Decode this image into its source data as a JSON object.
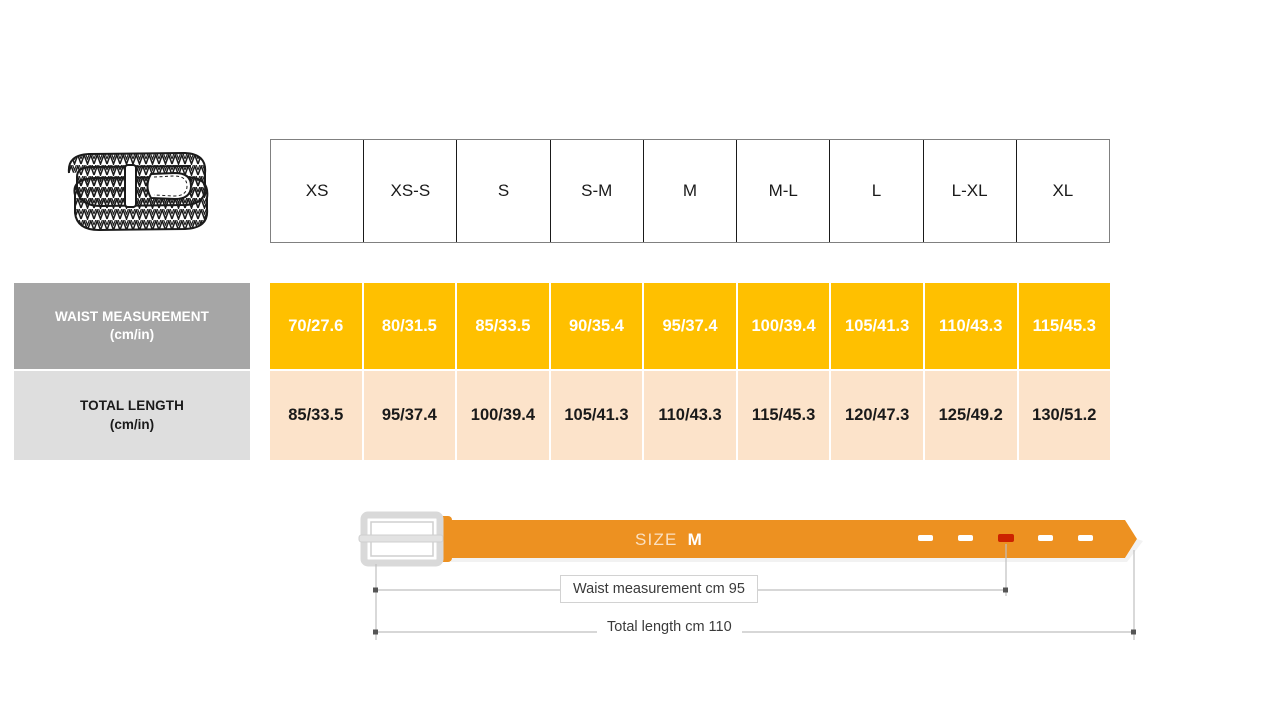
{
  "product_icon": "braided-belt-icon",
  "table": {
    "size_headers": [
      "XS",
      "XS-S",
      "S",
      "S-M",
      "M",
      "M-L",
      "L",
      "L-XL",
      "XL"
    ],
    "rows": [
      {
        "label_line1": "WAIST MEASUREMENT",
        "label_line2": "(cm/in)",
        "values": [
          "70/27.6",
          "80/31.5",
          "85/33.5",
          "90/35.4",
          "95/37.4",
          "100/39.4",
          "105/41.3",
          "110/43.3",
          "115/45.3"
        ]
      },
      {
        "label_line1": "TOTAL LENGTH",
        "label_line2": "(cm/in)",
        "values": [
          "85/33.5",
          "95/37.4",
          "100/39.4",
          "105/41.3",
          "110/43.3",
          "115/45.3",
          "120/47.3",
          "125/49.2",
          "130/51.2"
        ]
      }
    ]
  },
  "diagram": {
    "size_prefix": "SIZE",
    "size_value": "M",
    "waist_label": "Waist measurement cm 95",
    "total_label": "Total length cm 110",
    "holes_total": 5,
    "highlighted_hole_index": 2
  },
  "colors": {
    "belt_orange": "#ED9121",
    "waist_row": "#FFC000",
    "total_row": "#FCE3CA",
    "waist_label_bg": "#A6A6A6",
    "total_label_bg": "#DEDEDE",
    "buckle_silver": "#D9D9D9",
    "highlight_hole": "#CC2200",
    "dimension_line": "#BFBFBF"
  },
  "chart_data": {
    "type": "table",
    "title": "Belt Size Chart",
    "categories": [
      "XS",
      "XS-S",
      "S",
      "S-M",
      "M",
      "M-L",
      "L",
      "L-XL",
      "XL"
    ],
    "series": [
      {
        "name": "Waist measurement (cm)",
        "values": [
          70,
          80,
          85,
          90,
          95,
          100,
          105,
          110,
          115
        ]
      },
      {
        "name": "Waist measurement (in)",
        "values": [
          27.6,
          31.5,
          33.5,
          35.4,
          37.4,
          39.4,
          41.3,
          43.3,
          45.3
        ]
      },
      {
        "name": "Total length (cm)",
        "values": [
          85,
          95,
          100,
          105,
          110,
          115,
          120,
          125,
          130
        ]
      },
      {
        "name": "Total length (in)",
        "values": [
          33.5,
          37.4,
          39.4,
          41.3,
          43.3,
          45.3,
          47.3,
          49.2,
          51.2
        ]
      }
    ],
    "xlabel": "Size",
    "ylabel": "Measurement",
    "grid": true,
    "legend": "none"
  }
}
